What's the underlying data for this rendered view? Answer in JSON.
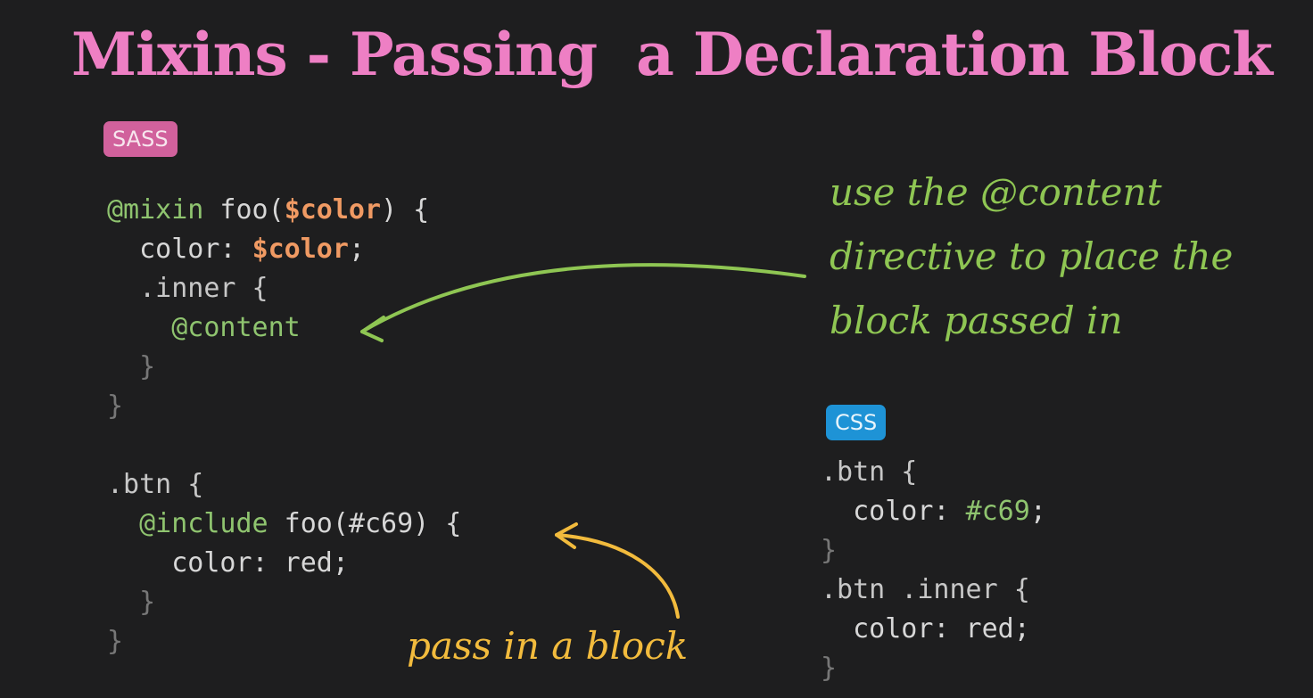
{
  "title": "Mixins - Passing  a Declaration Block",
  "badges": {
    "sass": "SASS",
    "css": "CSS"
  },
  "sass": {
    "l1_kw": "@mixin",
    "l1_name": " foo(",
    "l1_var": "$color",
    "l1_end": ") {",
    "l2_prop": "  color: ",
    "l2_var": "$color",
    "l2_end": ";",
    "l3": "  .inner {",
    "l4": "    @content",
    "l5": "  }",
    "l6": "}",
    "l8": ".btn {",
    "l9_kw": "  @include",
    "l9_rest": " foo(#c69) {",
    "l10": "    color: red;",
    "l11": "  }",
    "l12": "}"
  },
  "css": {
    "l1": ".btn {",
    "l2_prop": "  color: ",
    "l2_val": "#c69",
    "l2_end": ";",
    "l3": "}",
    "l4": ".btn .inner {",
    "l5": "  color: red;",
    "l6": "}"
  },
  "annotations": {
    "content_note": "use the @content\ndirective to place the\nblock passed in",
    "block_note": "pass in a block"
  },
  "colors": {
    "background": "#1e1e1f",
    "title": "#ee7fc4",
    "sass_badge": "#d1619c",
    "css_badge": "#1e93d6",
    "green_note": "#8fc653",
    "orange_note": "#f2bb3d"
  }
}
